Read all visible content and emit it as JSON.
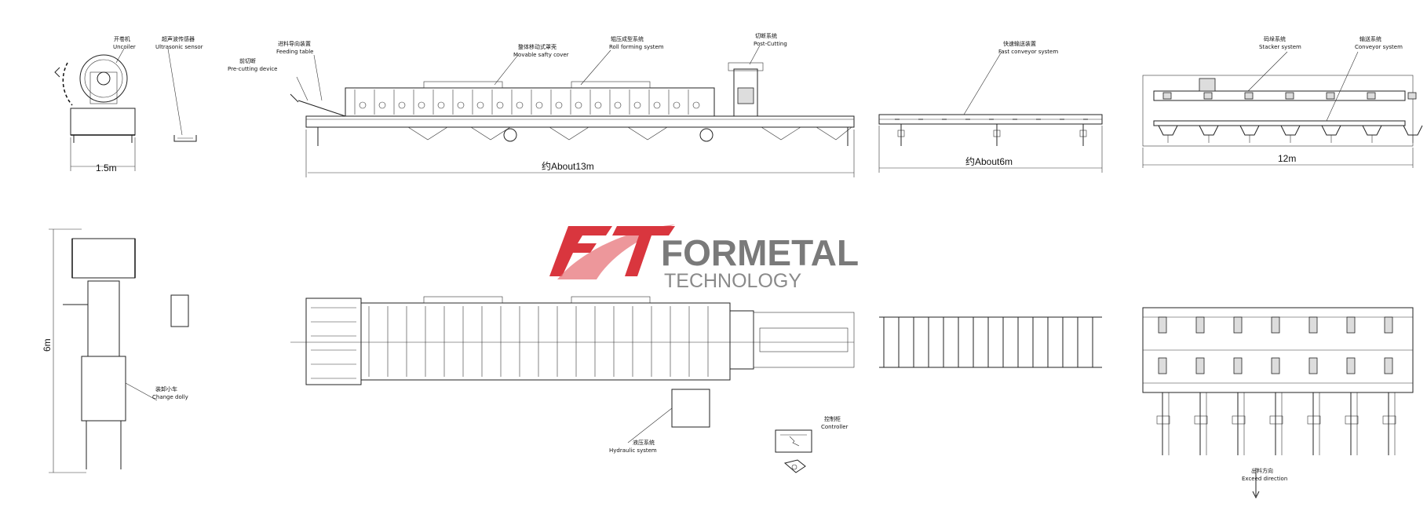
{
  "labels": {
    "uncoiler_cn": "开卷机",
    "uncoiler_en": "Uncoiler",
    "sensor_cn": "超声波传感器",
    "sensor_en": "Ultrasonic sensor",
    "precut_cn": "前切断",
    "precut_en": "Pre-cutting device",
    "feeding_cn": "进料导向装置",
    "feeding_en": "Feeding table",
    "cover_cn": "整体移动式罩壳",
    "cover_en": "Movable safty cover",
    "rollform_cn": "辊压成型系统",
    "rollform_en": "Roll forming system",
    "postcut_cn": "切断系统",
    "postcut_en": "Post-Cutting",
    "fastconv_cn": "快速输送装置",
    "fastconv_en": "Fast conveyor system",
    "stacker_cn": "码垛系统",
    "stacker_en": "Stacker system",
    "conveyor_cn": "输送系统",
    "conveyor_en": "Conveyor system",
    "dolly_cn": "装卸小车",
    "dolly_en": "Change dolly",
    "hydraulic_cn": "液压系统",
    "hydraulic_en": "Hydraulic system",
    "controller_cn": "控制柜",
    "controller_en": "Controller",
    "exceed_cn": "出料方向",
    "exceed_en": "Exceed direction"
  },
  "dimensions": {
    "uncoiler_width": "1.5m",
    "main_length": "约About13m",
    "conveyor_length": "约About6m",
    "stacker_length": "12m",
    "uncoiler_side_length": "6m"
  },
  "brand": {
    "name": "FORMETAL",
    "sub": "TECHNOLOGY",
    "red": "#d9363e",
    "gray": "#7a7a7a"
  }
}
